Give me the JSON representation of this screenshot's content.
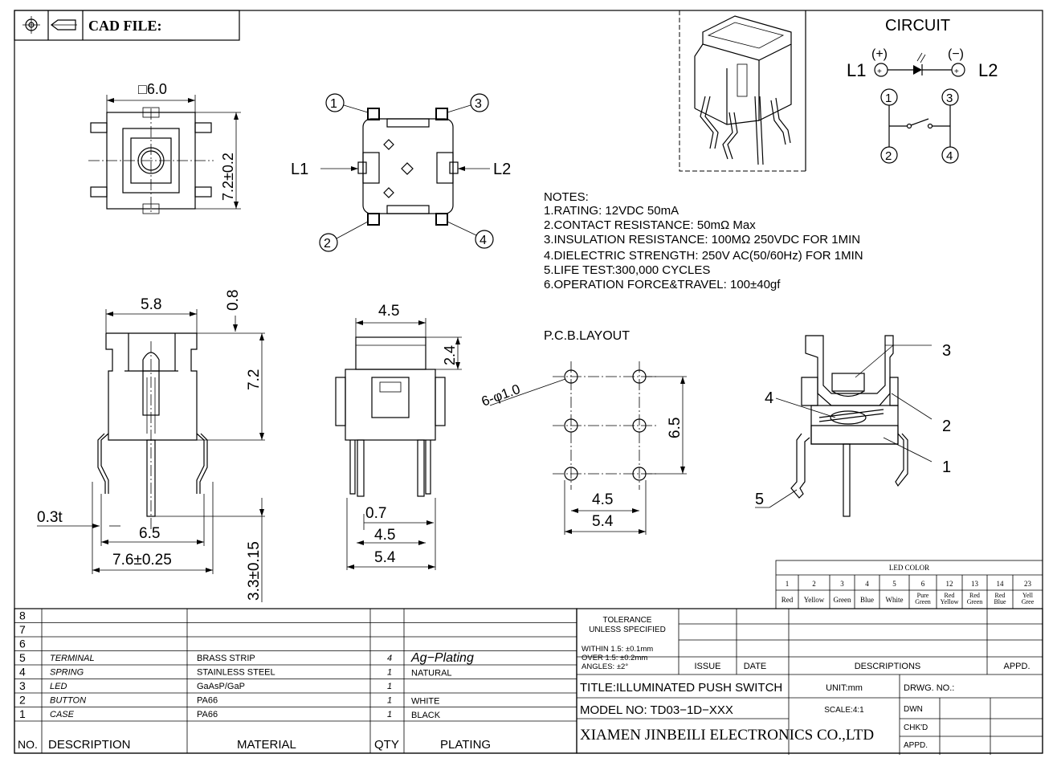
{
  "header": {
    "cad_label": "CAD FILE:"
  },
  "top_view": {
    "dim_width": "□6.0",
    "dim_height": "7.2±0.2"
  },
  "bottom_view": {
    "pin1": "1",
    "pin2": "2",
    "pin3": "3",
    "pin4": "4",
    "label_l1": "L1",
    "label_l2": "L2"
  },
  "circuit": {
    "title": "CIRCUIT",
    "plus": "(+)",
    "minus": "(−)",
    "l1": "L1",
    "l2": "L2",
    "pin1": "1",
    "pin2": "2",
    "pin3": "3",
    "pin4": "4"
  },
  "notes": {
    "title": "NOTES:",
    "lines": [
      "1.RATING: 12VDC 50mA",
      "2.CONTACT RESISTANCE: 50mΩ Max",
      "3.INSULATION RESISTANCE: 100MΩ 250VDC FOR 1MIN",
      "4.DIELECTRIC STRENGTH: 250V AC(50/60Hz) FOR 1MIN",
      "5.LIFE TEST:300,000 CYCLES",
      "6.OPERATION FORCE&TRAVEL: 100±40gf"
    ]
  },
  "front_view": {
    "dim_top": "5.8",
    "dim_travel": "0.8",
    "dim_height": "7.2",
    "dim_thick": "0.3t",
    "dim_pin_span": "6.5",
    "dim_width": "7.6±0.25",
    "dim_pin_len": "3.3±0.15"
  },
  "side_view": {
    "dim_top": "4.5",
    "dim_cap": "2.4",
    "dim_a": "0.7",
    "dim_b": "4.5",
    "dim_c": "5.4"
  },
  "pcb": {
    "title": "P.C.B.LAYOUT",
    "holes": "6-φ1.0",
    "dim_v": "6.5",
    "dim_a": "4.5",
    "dim_b": "5.4"
  },
  "section": {
    "c1": "1",
    "c2": "2",
    "c3": "3",
    "c4": "4",
    "c5": "5"
  },
  "led_color": {
    "title": "LED COLOR",
    "codes": [
      "1",
      "2",
      "3",
      "4",
      "5",
      "6",
      "12",
      "13",
      "14",
      "23"
    ],
    "names": [
      [
        "Red"
      ],
      [
        "Yellow"
      ],
      [
        "Green"
      ],
      [
        "Blue"
      ],
      [
        "White"
      ],
      [
        "Pure",
        "Green"
      ],
      [
        "Red",
        "Yellow"
      ],
      [
        "Red",
        "Green"
      ],
      [
        "Red",
        "Blue"
      ],
      [
        "Yell",
        "Gree"
      ]
    ]
  },
  "bom": {
    "rows": [
      {
        "no": "8",
        "desc": "",
        "material": "",
        "qty": "",
        "plating": ""
      },
      {
        "no": "7",
        "desc": "",
        "material": "",
        "qty": "",
        "plating": ""
      },
      {
        "no": "6",
        "desc": "",
        "material": "",
        "qty": "",
        "plating": ""
      },
      {
        "no": "5",
        "desc": "TERMINAL",
        "material": "BRASS STRIP",
        "qty": "4",
        "plating": "Ag−Plating"
      },
      {
        "no": "4",
        "desc": "SPRING",
        "material": "STAINLESS STEEL",
        "qty": "1",
        "plating": "NATURAL"
      },
      {
        "no": "3",
        "desc": "LED",
        "material": "GaAsP/GaP",
        "qty": "1",
        "plating": ""
      },
      {
        "no": "2",
        "desc": "BUTTON",
        "material": "PA66",
        "qty": "1",
        "plating": "WHITE"
      },
      {
        "no": "1",
        "desc": "CASE",
        "material": "PA66",
        "qty": "1",
        "plating": "BLACK"
      }
    ],
    "header": {
      "no": "NO.",
      "desc": "DESCRIPTION",
      "material": "MATERIAL",
      "qty": "QTY",
      "plating": "PLATING"
    }
  },
  "title_block": {
    "tolerance_1": "TOLERANCE",
    "tolerance_2": "UNLESS SPECIFIED",
    "within": "WITHIN 1.5: ±0.1mm",
    "over": "OVER 1.5: ±0.2mm",
    "angles": "ANGLES: ±2°",
    "issue": "ISSUE",
    "date": "DATE",
    "descriptions": "DESCRIPTIONS",
    "appd": "APPD.",
    "title": "TITLE:ILLUMINATED PUSH SWITCH",
    "model": "MODEL NO: TD03−1D−XXX",
    "company": "XIAMEN JINBEILI ELECTRONICS CO.,LTD",
    "unit": "UNIT:mm",
    "scale": "SCALE:4:1",
    "drwg_no": "DRWG. NO.:",
    "dwn": "DWN",
    "chkd": "CHK'D",
    "appd2": "APPD."
  }
}
